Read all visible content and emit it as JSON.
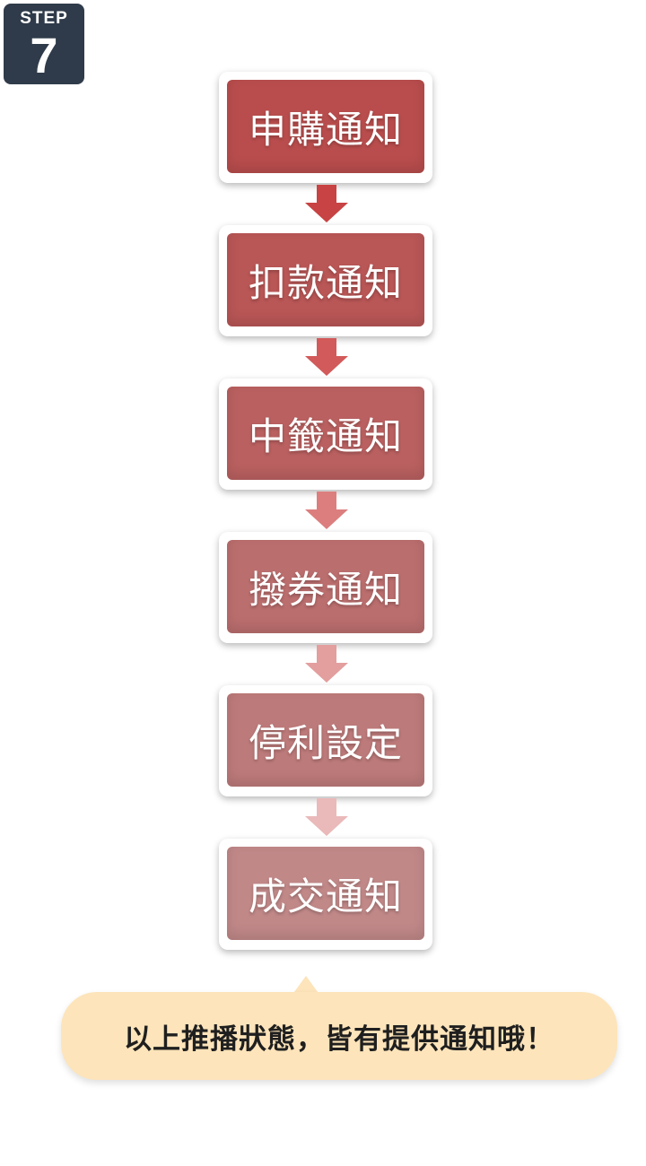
{
  "step": {
    "label": "STEP",
    "number": "7"
  },
  "flow": {
    "nodes": [
      {
        "label": "申購通知",
        "color": "#b94d4d"
      },
      {
        "label": "扣款通知",
        "color": "#b95656"
      },
      {
        "label": "中籤通知",
        "color": "#ba6060"
      },
      {
        "label": "撥券通知",
        "color": "#bb6e6e"
      },
      {
        "label": "停利設定",
        "color": "#bd7a7a"
      },
      {
        "label": "成交通知",
        "color": "#c18888"
      }
    ],
    "arrow_colors": [
      "#c84343",
      "#d25a5a",
      "#dc7e7e",
      "#e39e9e",
      "#eab9b9"
    ]
  },
  "note": {
    "text": "以上推播狀態，皆有提供通知哦！",
    "color": "#fde4ba"
  }
}
